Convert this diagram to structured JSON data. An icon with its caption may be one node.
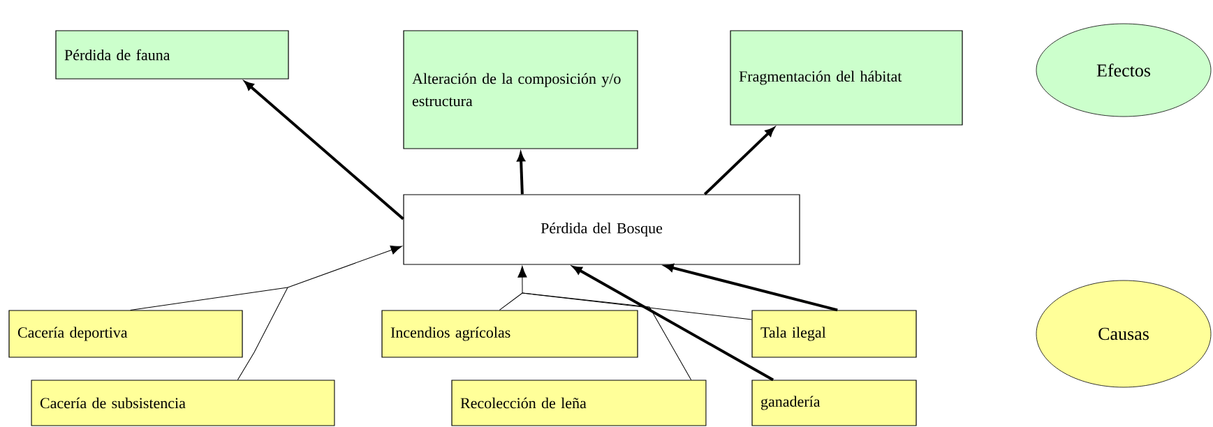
{
  "diagram": {
    "nodes": [
      {
        "text": [
          "Pérdida de fauna"
        ]
      },
      {
        "text": [
          "Alteración de la composición y/o estructura"
        ]
      },
      {
        "text": [
          "Fragmentación del hábitat"
        ]
      },
      {
        "text": [
          "Efectos"
        ]
      },
      {
        "text": [
          "Pérdida del Bosque"
        ]
      },
      {
        "text": [
          "Cacería deportiva"
        ]
      },
      {
        "text": [
          "Incendios agrícolas"
        ]
      },
      {
        "text": [
          "Tala ilegal"
        ]
      },
      {
        "text": [
          "Causas"
        ]
      },
      {
        "text": [
          "Cacería de subsistencia"
        ]
      },
      {
        "text": [
          "Recolección de leña"
        ]
      },
      {
        "text": [
          "ganadería"
        ]
      }
    ],
    "edges": [
      {
        "from": 4,
        "to": 0,
        "arrow": "to",
        "style": "thick"
      },
      {
        "from": 4,
        "to": 1,
        "arrow": "to",
        "style": "thick"
      },
      {
        "from": 4,
        "to": 2,
        "arrow": "to",
        "style": "thick"
      },
      {
        "from": 5,
        "to": 4,
        "arrow": "to"
      },
      {
        "from": 9,
        "to": 4,
        "arrow": "to"
      },
      {
        "from": 6,
        "to": 4,
        "arrow": "to"
      },
      {
        "from": 10,
        "to": 4,
        "arrow": "to"
      },
      {
        "from": 7,
        "to": 4,
        "arrow": "to"
      },
      {
        "from": 7,
        "to": 4,
        "arrow": "to",
        "style": "thick"
      },
      {
        "from": 11,
        "to": 4,
        "arrow": "to",
        "style": "thick"
      }
    ]
  }
}
